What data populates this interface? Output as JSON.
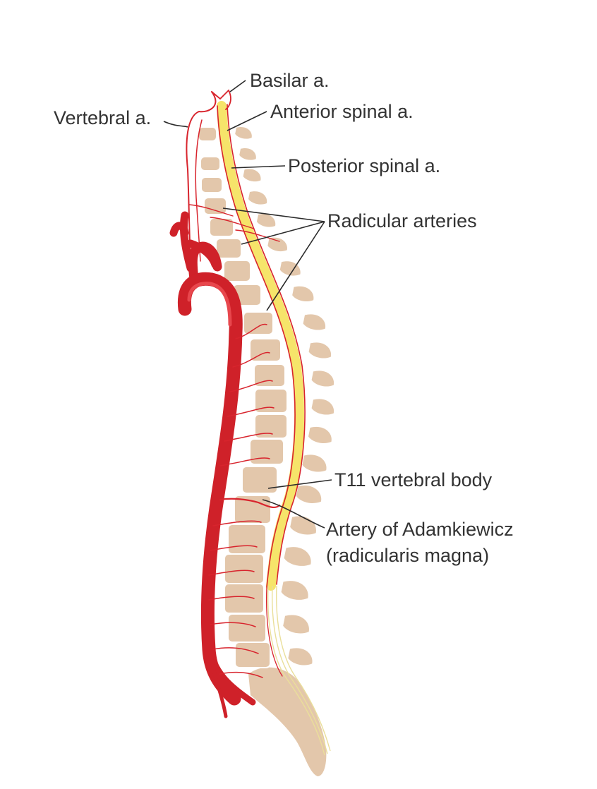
{
  "labels": {
    "basilar": "Basilar a.",
    "vertebral": "Vertebral a.",
    "anterior_spinal": "Anterior spinal a.",
    "posterior_spinal": "Posterior spinal a.",
    "radicular": "Radicular arteries",
    "t11": "T11 vertebral body",
    "adamkiewicz_1": "Artery of Adamkiewicz",
    "adamkiewicz_2": "(radicularis magna)"
  },
  "colors": {
    "artery": "#d8242d",
    "aorta": "#cf2129",
    "bone": "#e3c7ab",
    "cord": "#f6e46a",
    "text": "#333333"
  }
}
